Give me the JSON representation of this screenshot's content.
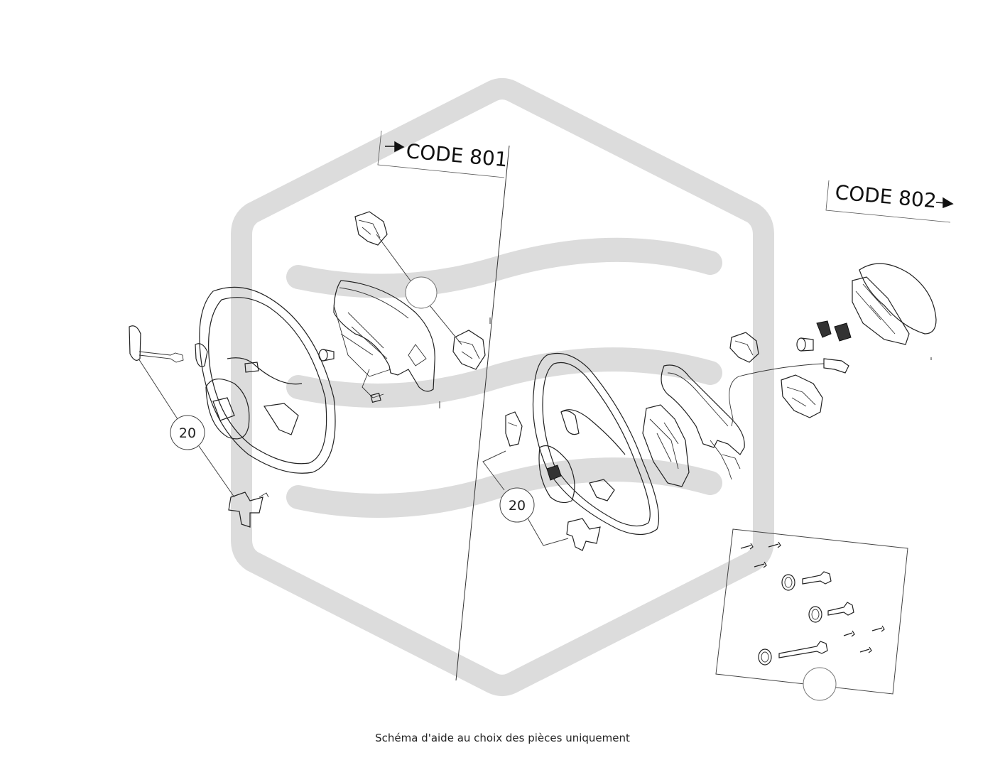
{
  "diagram": {
    "labels": {
      "code_801": "CODE 801",
      "code_802": "CODE 802"
    },
    "callouts": {
      "left_number": "20",
      "right_number": "20"
    },
    "caption": "Schéma d'aide au choix des pièces uniquement",
    "colors": {
      "line": "#222222",
      "watermark": "#dcdcdc",
      "background": "#ffffff"
    },
    "icons": {
      "watermark": "hexagon-logo-watermark",
      "arrow": "arrow-right-icon"
    }
  }
}
